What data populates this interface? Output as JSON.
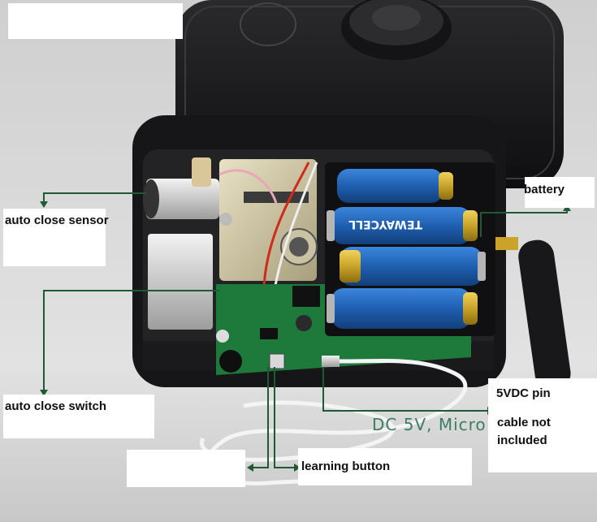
{
  "labels": {
    "auto_close_sensor": "auto close sensor",
    "auto_close_switch": "auto close switch",
    "battery": "battery",
    "pin_5vdc": "5VDC pin",
    "cable_note": "cable not included",
    "learning_button": "learning button"
  },
  "printed_text": {
    "surface_print": "DC 5V, Micro"
  },
  "battery_print": "TEWAYCELL",
  "colors": {
    "background": "#d4d4d4",
    "case": "#1c1c1e",
    "pcb": "#1d7a3a",
    "battery_blue": "#1f5fb0",
    "battery_gold": "#c9a32a",
    "leader_line": "#1f5a35",
    "label_bg": "#ffffff"
  }
}
